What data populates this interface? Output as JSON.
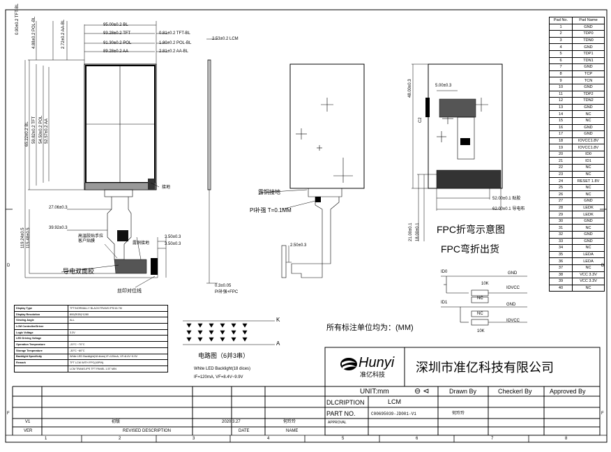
{
  "drawing": {
    "dims_top": [
      "95.00±0.2 BL",
      "93.28±0.2 TFT",
      "91.30±0.2 POL",
      "89.28±0.2 AA"
    ],
    "dims_right": [
      "0.81±0.2 TFT-BL",
      "1.80±0.2 POL-BL",
      "2.81±0.2 AA-BL"
    ],
    "dim_lcm": "2.53±0.2 LCM",
    "dims_left_top": [
      "0.90±0.2 TFT-BL",
      "4.88±0.2 POL-BL",
      "2.72±0.2 AA-BL"
    ],
    "dims_left_mid": [
      "65.22±0.2 BL",
      "59.82±0.2 TFT",
      "54.50±0.2 POL",
      "52.57±0.2 AA"
    ],
    "dims_left_low": [
      "119.24±0.5",
      "115.48±0.5"
    ],
    "dim_27": "27.06±0.3",
    "dim_39": "39.92±0.3",
    "dim_350": "3.50±0.3",
    "dim_350b": "3.50±0.3",
    "label_ground": "接地",
    "label_tape": "高温胶贴手拉\n客户贴膜",
    "label_copper": "露铜接地",
    "label_conductive": "导电双面胶",
    "label_silk": "丝印对位线",
    "dim_thick": "0.3±0.05",
    "dim_thick_sub": "PI补强+FPC",
    "label_copper2": "露铜接地",
    "label_pi": "PI补强 T=0.1MM",
    "dim_250": "2.50±0.3",
    "dim_v_48": "48.00±0.3",
    "dim_500": "5.00±0.3",
    "dim_c2": "C2",
    "dim_52": "52.00±0.1 贴胶",
    "dim_62": "62.00±0.1 导电布",
    "dim_v_21": "21.00±0.1",
    "dim_v_18": "18.00±0.1",
    "fpc_bend_title": "FPC折弯示意图",
    "fpc_ship": "FPC弯折出货",
    "unit_note": "所有标注单位均为：(MM)",
    "circuit_title": "电路图（6并3串）",
    "backlight_note": "White LED Backlight(18 dices)",
    "backlight_spec": "IF=120mA, VF=8.4V~9.9V",
    "circuit_k": "K",
    "circuit_a": "A",
    "sch_labels": [
      "ID0",
      "GND",
      "10K",
      "IOVCC",
      "NC",
      "ID1",
      "GND",
      "NC",
      "IOVCC",
      "10K"
    ]
  },
  "pad_table": {
    "headers": [
      "Pad No.",
      "Pad Name"
    ],
    "rows": [
      [
        "1",
        "GND"
      ],
      [
        "2",
        "TDP0"
      ],
      [
        "3",
        "TDN0"
      ],
      [
        "4",
        "GND"
      ],
      [
        "5",
        "TDP1"
      ],
      [
        "6",
        "TDN1"
      ],
      [
        "7",
        "GND"
      ],
      [
        "8",
        "TCP"
      ],
      [
        "9",
        "TCN"
      ],
      [
        "10",
        "GND"
      ],
      [
        "11",
        "TDP2"
      ],
      [
        "12",
        "TDN2"
      ],
      [
        "13",
        "GND"
      ],
      [
        "14",
        "NC"
      ],
      [
        "15",
        "NC"
      ],
      [
        "16",
        "GND"
      ],
      [
        "17",
        "GND"
      ],
      [
        "18",
        "IOVCC1.8V"
      ],
      [
        "19",
        "IOVCC1.8V"
      ],
      [
        "20",
        "ID0"
      ],
      [
        "21",
        "ID1"
      ],
      [
        "22",
        "NC"
      ],
      [
        "23",
        "NC"
      ],
      [
        "24",
        "RESET 1.8V"
      ],
      [
        "25",
        "NC"
      ],
      [
        "26",
        "NC"
      ],
      [
        "27",
        "GND"
      ],
      [
        "28",
        "LEDK"
      ],
      [
        "29",
        "LEDK"
      ],
      [
        "30",
        "GND"
      ],
      [
        "31",
        "NC"
      ],
      [
        "32",
        "GND"
      ],
      [
        "33",
        "GND"
      ],
      [
        "34",
        "NC"
      ],
      [
        "35",
        "LEDA"
      ],
      [
        "36",
        "LEDA"
      ],
      [
        "37",
        "NC"
      ],
      [
        "38",
        "VCC 3.3V"
      ],
      [
        "39",
        "VCC 3.3V"
      ],
      [
        "40",
        "NC"
      ]
    ]
  },
  "spec_table": {
    "rows": [
      [
        "Display Type",
        "TFT/NORMALLY BLACK/TRANS IPS/16.7M"
      ],
      [
        "Display Resolution",
        "800(RGB)*1280"
      ],
      [
        "Viewing Angle",
        "ALL"
      ],
      [
        "LCM Controller/Driver",
        ""
      ],
      [
        "Logic Voltage",
        "3.3V"
      ],
      [
        "LED Driving Voltage",
        ""
      ],
      [
        "Operation Temperature",
        "-20°C ~70°C"
      ],
      [
        "Storage Temperature",
        "-30°C ~80°C"
      ],
      [
        "Backlight Specificity",
        "White LED Backlight(18 dices) IF=120mA, VF=8.4V~9.9V"
      ],
      [
        "Remark",
        "TFT LCM WITH FPC(40PIN)"
      ],
      [
        "",
        "LCM TRANS-IPS TFT PANEL 1.5T MIN"
      ]
    ]
  },
  "title_block": {
    "brand": "Hunyi",
    "brand_cn": "准亿科技",
    "company": "深圳市准亿科技有限公司",
    "unit_label": "UNIT:mm",
    "drawn_by": "Drawn By",
    "checked_by": "Checkerl By",
    "approved_by": "Approved By",
    "description_label": "DLCRIPTION",
    "description_value": "LCM",
    "part_no_label": "PART NO.",
    "part_no_value": "C00695039-JD001-V1",
    "drawn_name": "何玲玲",
    "approval_label": "APPROVAL",
    "rev_v1": "V1",
    "rev_desc": "初版",
    "rev_date": "2020.3.27",
    "rev_name": "何玲玲",
    "col_ver": "VER",
    "col_desc": "REVISED DESCRIPTION",
    "col_date": "DATE",
    "col_name": "NAME"
  },
  "frame": {
    "cols": [
      "1",
      "2",
      "3",
      "4",
      "5",
      "6",
      "7",
      "8"
    ],
    "rows": [
      "D",
      "F"
    ]
  }
}
